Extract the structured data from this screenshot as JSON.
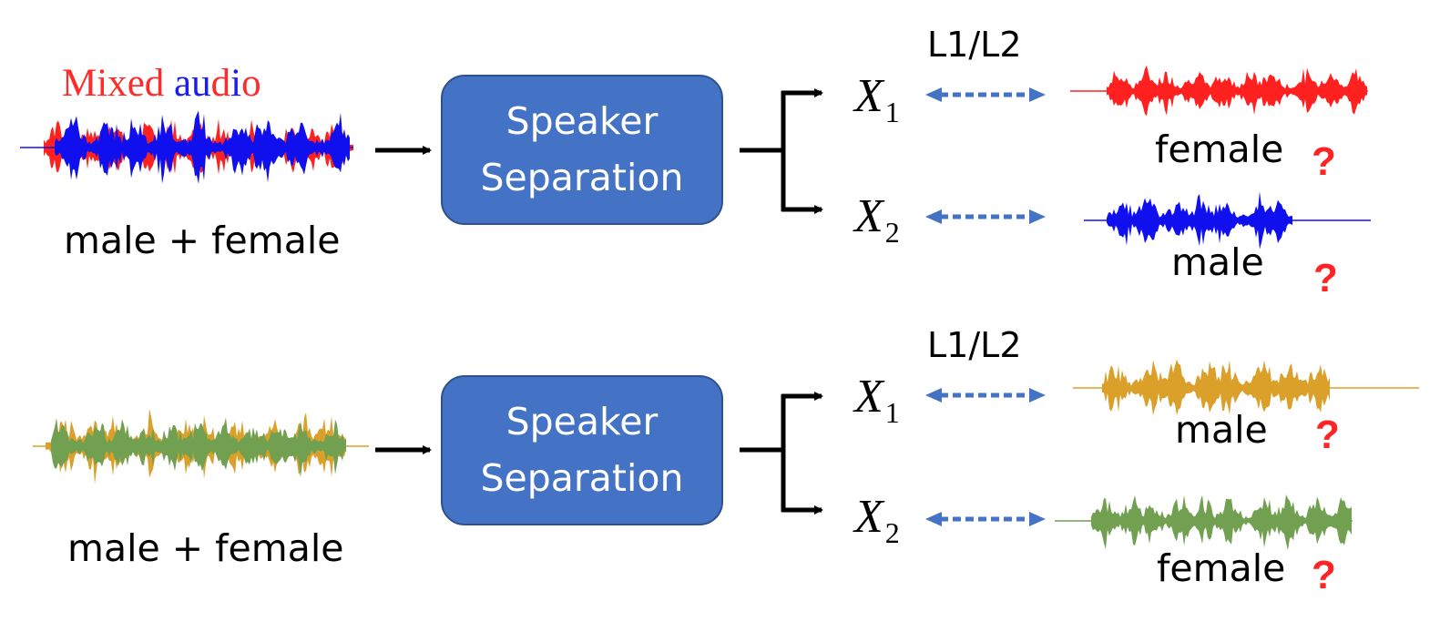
{
  "title": {
    "segments": [
      {
        "text": "M",
        "color": "#ff2a2a"
      },
      {
        "text": "ix",
        "color": "#ff2a2a"
      },
      {
        "text": "ed",
        "color": "#ff2a2a"
      },
      {
        "text": " ",
        "color": "#ff2a2a"
      },
      {
        "text": "au",
        "color": "#1a1aff"
      },
      {
        "text": "d",
        "color": "#ff2a2a"
      },
      {
        "text": "i",
        "color": "#1a1aff"
      },
      {
        "text": "o",
        "color": "#ff2a2a"
      }
    ]
  },
  "rows": [
    {
      "input_label": "male + female",
      "box": {
        "line1": "Speaker",
        "line2": "Separation"
      },
      "loss_label": "L1/L2",
      "input_colors": [
        "#ff2020",
        "#1010ee"
      ],
      "outputs": [
        {
          "var": "X",
          "sub": "1",
          "label": "female",
          "mark": "?",
          "color": "#ff2020"
        },
        {
          "var": "X",
          "sub": "2",
          "label": "male",
          "mark": "?",
          "color": "#1010ee"
        }
      ]
    },
    {
      "input_label": "male + female",
      "box": {
        "line1": "Speaker",
        "line2": "Separation"
      },
      "loss_label": "L1/L2",
      "input_colors": [
        "#daa02a",
        "#70a050"
      ],
      "outputs": [
        {
          "var": "X",
          "sub": "1",
          "label": "male",
          "mark": "?",
          "color": "#daa02a"
        },
        {
          "var": "X",
          "sub": "2",
          "label": "female",
          "mark": "?",
          "color": "#70a050"
        }
      ]
    }
  ],
  "colors": {
    "box_fill": "#4472c4",
    "box_border": "#2f528f",
    "dotted_arrow": "#4472c4",
    "arrow": "#000000",
    "question": "#ff2424"
  }
}
